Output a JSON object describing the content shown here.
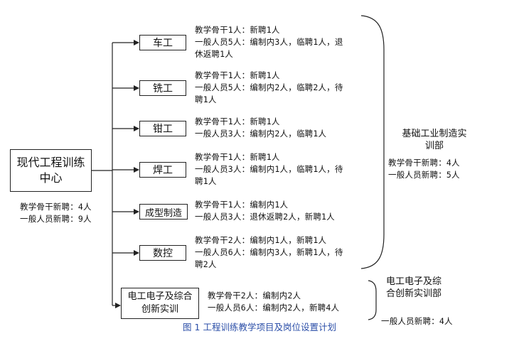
{
  "center": {
    "title": "现代工程训练中心",
    "stats": [
      "教学骨干新聘：4人",
      "一般人员新聘：9人"
    ]
  },
  "workshops": [
    {
      "name": "车工",
      "lines": [
        "教学骨干1人：新聘1人",
        "一般人员5人：编制内3人，临聘1人，退",
        "休返聘1人"
      ]
    },
    {
      "name": "铣工",
      "lines": [
        "教学骨干1人：新聘1人",
        "一般人员5人：编制内2人，临聘2人，待",
        "聘1人"
      ]
    },
    {
      "name": "钳工",
      "lines": [
        "教学骨干1人：新聘1人",
        "一般人员3人：编制内2人，临聘1人"
      ]
    },
    {
      "name": "焊工",
      "lines": [
        "教学骨干1人：新聘1人",
        "一般人员3人：编制内1人，临聘1人，待",
        "聘1人"
      ]
    },
    {
      "name": "成型制造",
      "lines": [
        "教学骨干1人：编制内1人",
        "一般人员3人：退休返聘2人，新聘1人"
      ]
    },
    {
      "name": "数控",
      "lines": [
        "教学骨干2人：编制内1人，新聘1人",
        "一般人员6人：编制内3人，新聘1人，待",
        "聘2人"
      ]
    }
  ],
  "electrical": {
    "name": "电工电子及综合创新实训",
    "lines": [
      "教学骨干2人：编制内2人",
      "一般人员6人：编制内2人，新聘4人"
    ]
  },
  "basic_dept": {
    "title": "基础工业制造实训部",
    "stats": [
      "教学骨干新聘：4人",
      "一般人员新聘：5人"
    ]
  },
  "elec_dept": {
    "title": "电工电子及综合创新实训部",
    "stats": [
      "一般人员新聘：4人"
    ]
  },
  "caption": "图 1 工程训练教学项目及岗位设置计划"
}
